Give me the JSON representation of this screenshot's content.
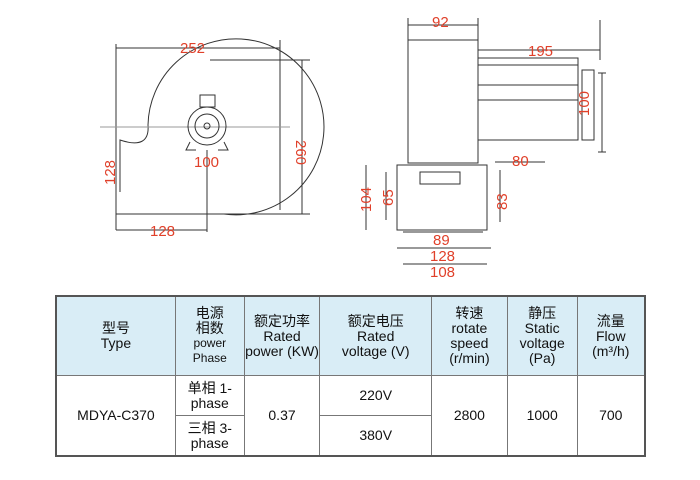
{
  "drawing": {
    "front_view": {
      "width": "252",
      "height": "260",
      "outlet_height": "128",
      "base_offset": "128",
      "foot_width": "100"
    },
    "side_view": {
      "depth": "92",
      "motor_length": "195",
      "motor_height": "100",
      "foot_span": "80",
      "base_height": "104",
      "outlet_height": "65",
      "inner_height": "83",
      "inner_width": "89",
      "outer_width": "128",
      "base_width": "108"
    }
  },
  "table": {
    "headers": [
      {
        "zh": "型号",
        "en": "Type"
      },
      {
        "zh": "电源相数",
        "en": "power Phase"
      },
      {
        "zh": "额定功率",
        "en": "Rated power (KW)"
      },
      {
        "zh": "额定电压",
        "en": "Rated voltage (V)"
      },
      {
        "zh": "转速",
        "en": "rotate speed (r/min)"
      },
      {
        "zh": "静压",
        "en": "Static voltage (Pa)"
      },
      {
        "zh": "流量",
        "en": "Flow (m³/h)"
      }
    ],
    "row": {
      "type": "MDYA-C370",
      "phase1": "单相 1-phase",
      "phase3": "三相 3-phase",
      "power": "0.37",
      "voltage1": "220V",
      "voltage3": "380V",
      "speed": "2800",
      "static": "1000",
      "flow": "700"
    }
  },
  "colors": {
    "dimension": "#e0402a",
    "header_bg": "#d9edf6"
  }
}
